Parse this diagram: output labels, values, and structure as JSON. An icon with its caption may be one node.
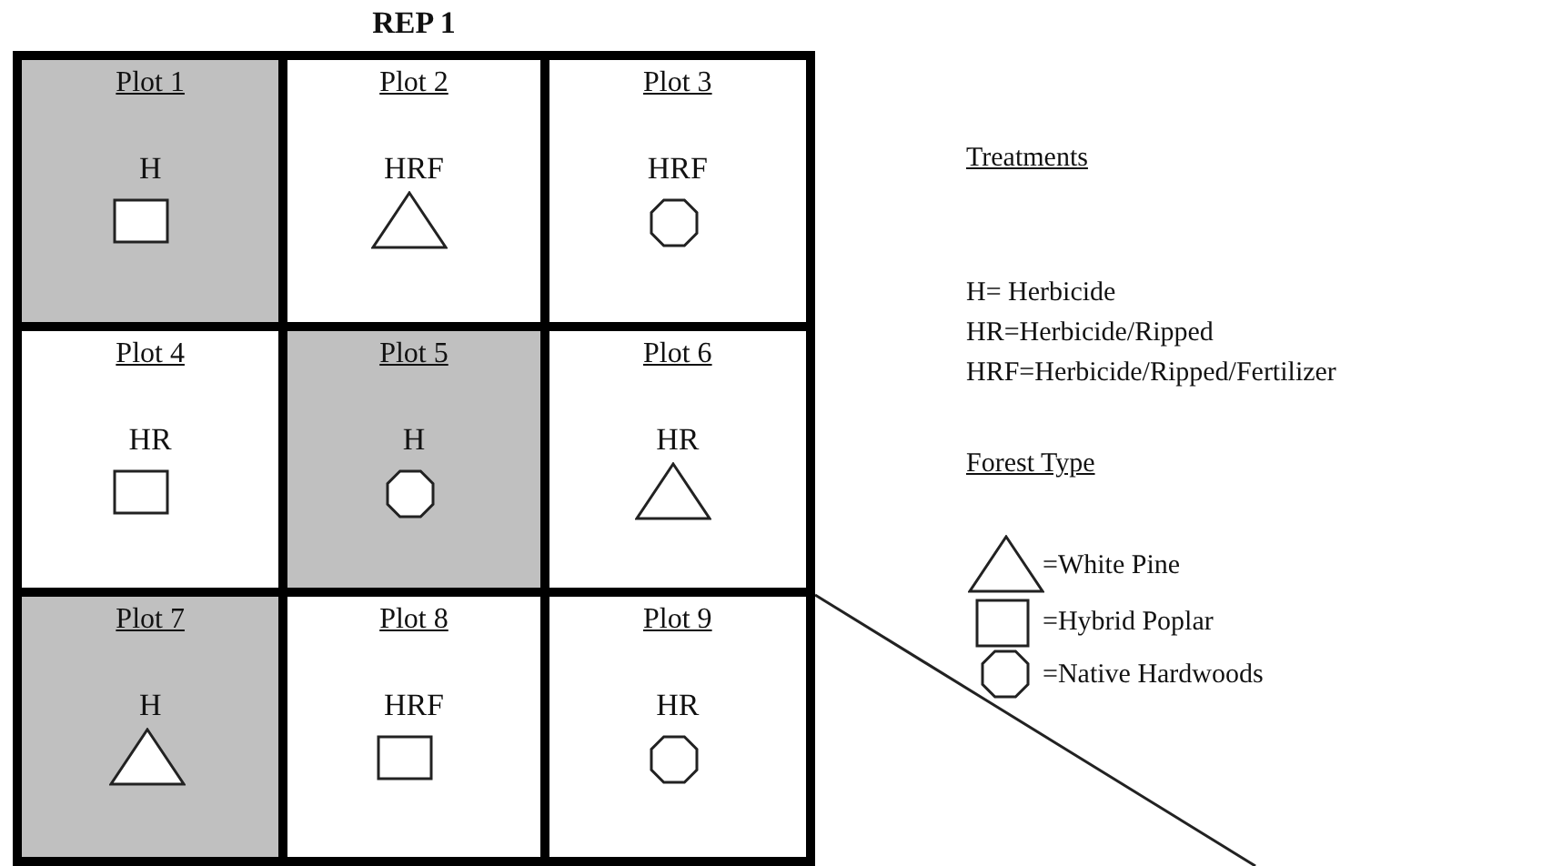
{
  "diagram": {
    "nodes": [
      {
        "text": [
          "REP 1"
        ]
      },
      {
        "text": [
          "Plot 1",
          "H"
        ],
        "in": 0
      },
      {
        "text": [],
        "shape": "square",
        "in": 1
      },
      {
        "text": [
          "Plot 2",
          "HRF"
        ],
        "in": 0
      },
      {
        "text": [],
        "shape": "triangle",
        "in": 3
      },
      {
        "text": [
          "Plot 3",
          "HRF"
        ],
        "in": 0
      },
      {
        "text": [],
        "shape": "octagon",
        "in": 5
      },
      {
        "text": [
          "Plot 4",
          "HR"
        ],
        "in": 0
      },
      {
        "text": [],
        "shape": "square",
        "in": 7
      },
      {
        "text": [
          "Plot 5",
          "H"
        ],
        "in": 0
      },
      {
        "text": [],
        "shape": "octagon",
        "in": 9
      },
      {
        "text": [
          "Plot 6",
          "HR"
        ],
        "in": 0
      },
      {
        "text": [],
        "shape": "triangle",
        "in": 11
      },
      {
        "text": [
          "Plot 7",
          "H"
        ],
        "in": 0
      },
      {
        "text": [],
        "shape": "triangle",
        "in": 13
      },
      {
        "text": [
          "Plot 8",
          "HRF"
        ],
        "in": 0
      },
      {
        "text": [],
        "shape": "square",
        "in": 15
      },
      {
        "text": [
          "Plot 9",
          "HR"
        ],
        "in": 0
      },
      {
        "text": [],
        "shape": "octagon",
        "in": 17
      }
    ],
    "edges": [],
    "labels": [
      "Treatments",
      "H= Herbicide",
      "HR=Herbicide/Ripped",
      "HRF=Herbicide/Ripped/Fertilizer",
      "Forest Type"
    ],
    "legend": [
      {
        "text": "=White Pine"
      },
      {
        "text": "=Hybrid Poplar"
      },
      {
        "text": "=Native Hardwoods"
      }
    ]
  }
}
